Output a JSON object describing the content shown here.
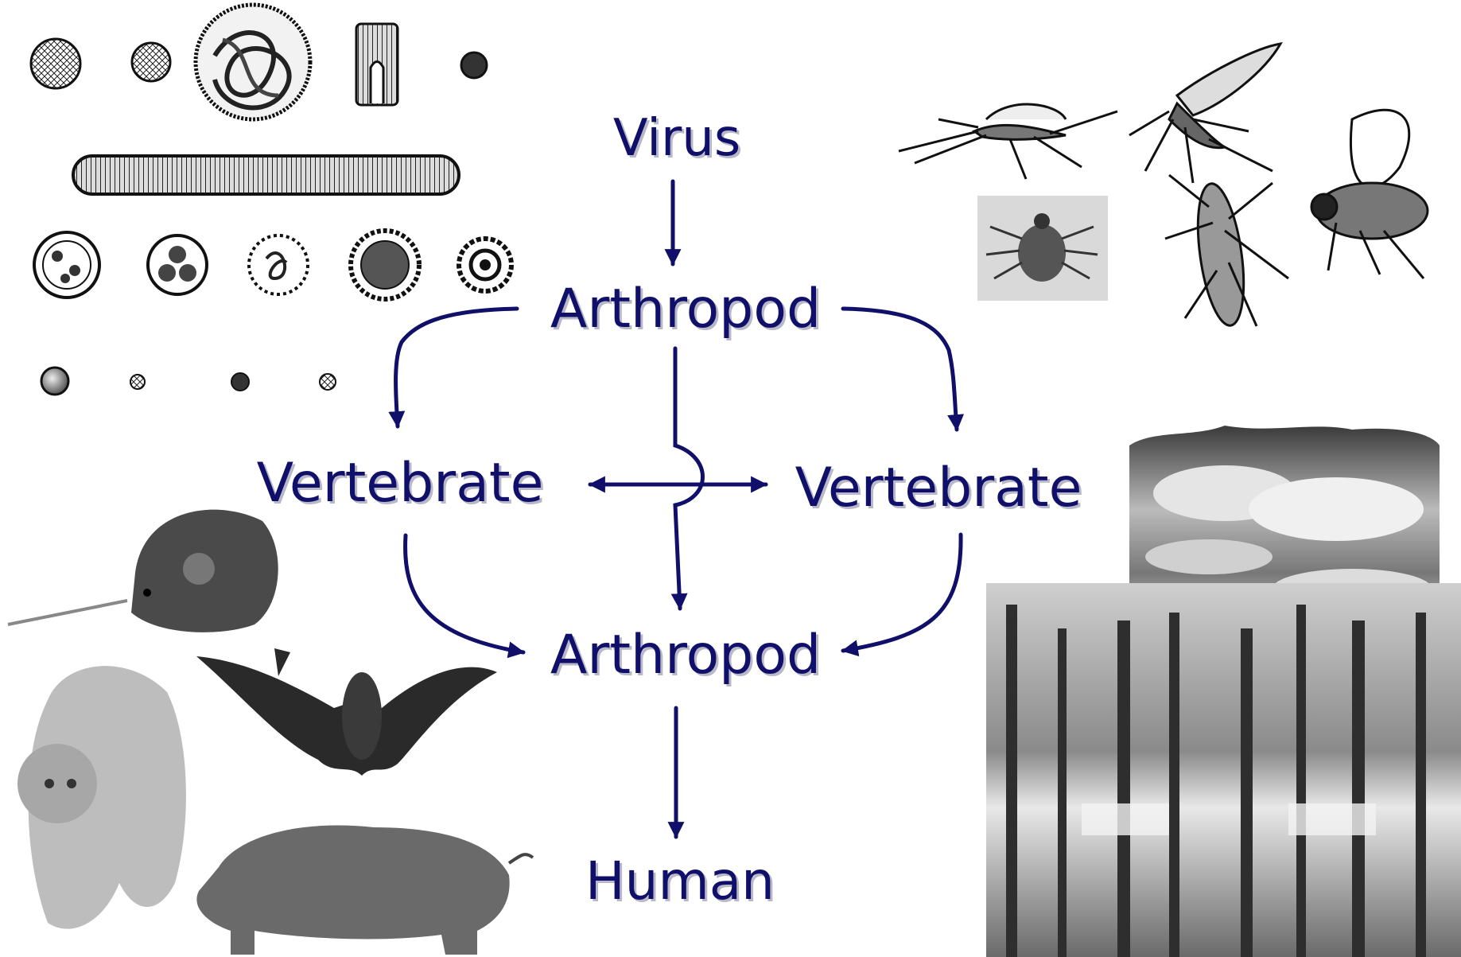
{
  "nodes": {
    "virus": "Virus",
    "arthropod_top": "Arthropod",
    "vertebrate_left": "Vertebrate",
    "vertebrate_right": "Vertebrate",
    "arthropod_bottom": "Arthropod",
    "human": "Human"
  },
  "edges": [
    {
      "from": "virus",
      "to": "arthropod_top"
    },
    {
      "from": "arthropod_top",
      "to": "vertebrate_left"
    },
    {
      "from": "arthropod_top",
      "to": "vertebrate_right"
    },
    {
      "from": "arthropod_top",
      "to": "arthropod_bottom"
    },
    {
      "from": "vertebrate_left",
      "to": "vertebrate_right",
      "bidirectional": true
    },
    {
      "from": "vertebrate_left",
      "to": "arthropod_bottom"
    },
    {
      "from": "vertebrate_right",
      "to": "arthropod_bottom"
    },
    {
      "from": "arthropod_bottom",
      "to": "human"
    }
  ],
  "colors": {
    "arrow": "#10106b",
    "text": "#10106b"
  },
  "illustrations": [
    "virus-particles-illustration",
    "insect-vectors-illustration",
    "tick-photo",
    "mouse-photo",
    "bat-photo",
    "monkey-photo",
    "pig-photo",
    "clouds-photo",
    "forest-photo"
  ]
}
